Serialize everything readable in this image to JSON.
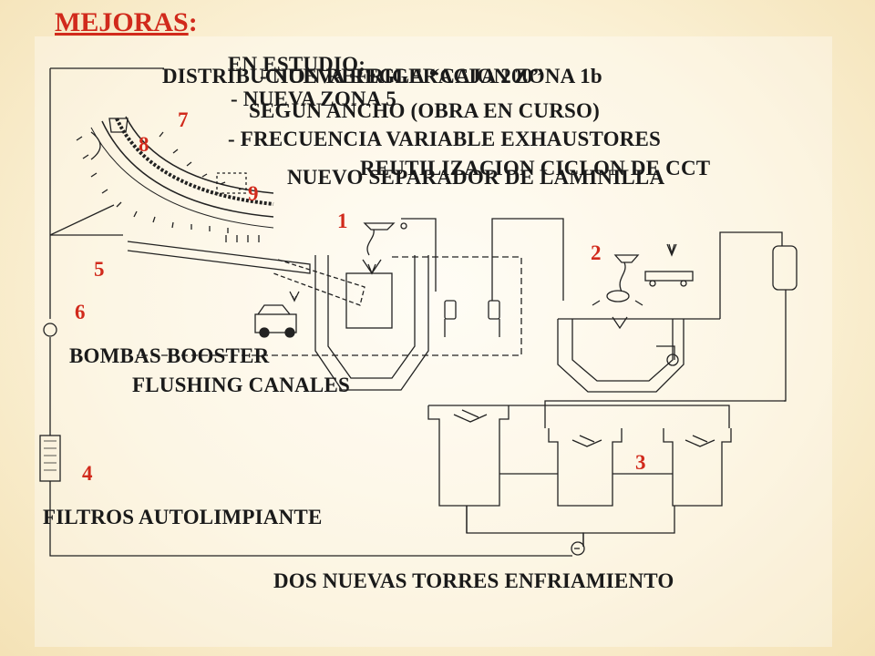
{
  "title": {
    "text": "MEJORAS",
    "suffix": ":"
  },
  "overlapping_lines": {
    "en_estudio": "EN ESTUDIO:",
    "distribucion": "DISTRIBUCION REFRIGERACION ZONA 1b",
    "nueva_regla": "- NUEVA REGLA “CAJA 200”",
    "nueva_zona": "- NUEVA ZONA 5",
    "segun_ancho": "SEGUN ANCHO (OBRA EN CURSO)",
    "frecuencia": "- FRECUENCIA VARIABLE EXHAUSTORES",
    "reutilizacion": "REUTILIZACION CICLON DE CCT",
    "nuevo_separador": "NUEVO SEPARADOR DE LAMINILLA"
  },
  "labels": {
    "bombas": "BOMBAS BOOSTER",
    "flushing": "FLUSHING CANALES",
    "filtros": "FILTROS AUTOLIMPIANTE",
    "torres": "DOS NUEVAS TORRES ENFRIAMIENTO"
  },
  "numbers": {
    "n1": "1",
    "n2": "2",
    "n3": "3",
    "n4": "4",
    "n5": "5",
    "n6": "6",
    "n7": "7",
    "n8": "8",
    "n9": "9"
  },
  "colors": {
    "accent": "#d12a1c",
    "line": "#222222",
    "background": "#fbf2d9"
  }
}
